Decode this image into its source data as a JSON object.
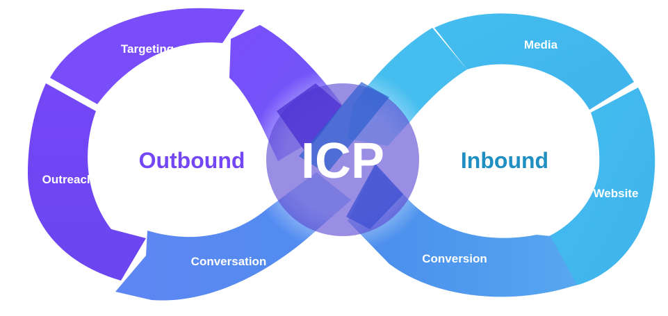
{
  "center": {
    "label": "ICP",
    "color": "#5a4fd6"
  },
  "outbound": {
    "label": "Outbound",
    "label_color": "#7447f6",
    "segments": [
      {
        "name": "targeting",
        "label": "Targeting",
        "color": "#7a4dfb"
      },
      {
        "name": "outreach",
        "label": "Outreach",
        "color": "#7040f5"
      },
      {
        "name": "conversation",
        "label": "Conversation",
        "color": "#5a86f1"
      }
    ]
  },
  "inbound": {
    "label": "Inbound",
    "label_color": "#1f8fc2",
    "segments": [
      {
        "name": "media",
        "label": "Media",
        "color": "#43b9ee"
      },
      {
        "name": "website",
        "label": "Website",
        "color": "#3fb6ec"
      },
      {
        "name": "conversion",
        "label": "Conversion",
        "color": "#4f99ef"
      }
    ]
  }
}
